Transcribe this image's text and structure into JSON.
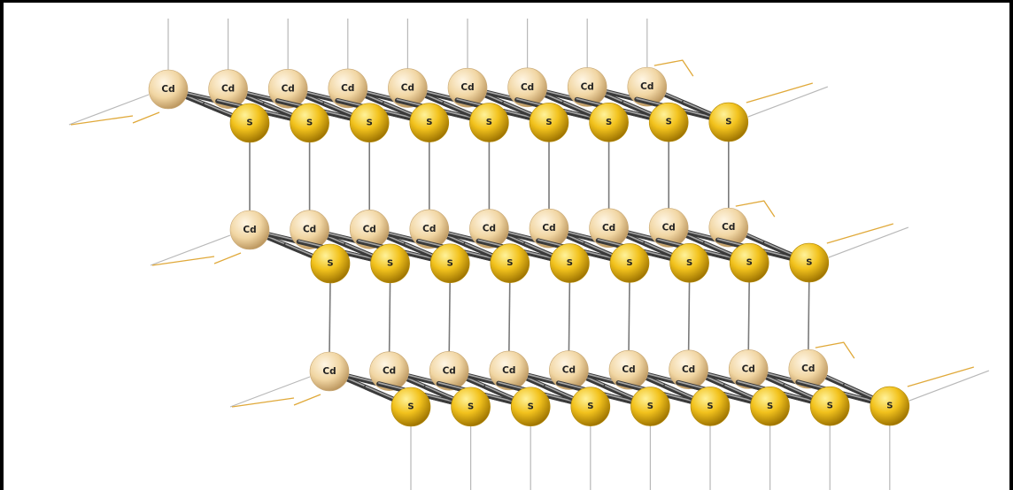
{
  "structure": {
    "element_labels": {
      "cation": "Cd",
      "anion": "S"
    },
    "layers": 3,
    "cation_count_per_layer": 9,
    "anion_count_per_layer": 9,
    "colors": {
      "cd_atom": "#f3d9a8",
      "s_atom": "#f2c21d",
      "bond": "#6b6b6b",
      "interlayer_bond": "#7a7a7a",
      "cell_edge": "#e0a93a",
      "axis_line": "#b8b8b8",
      "frame": "#000000",
      "background": "#ffffff"
    }
  }
}
